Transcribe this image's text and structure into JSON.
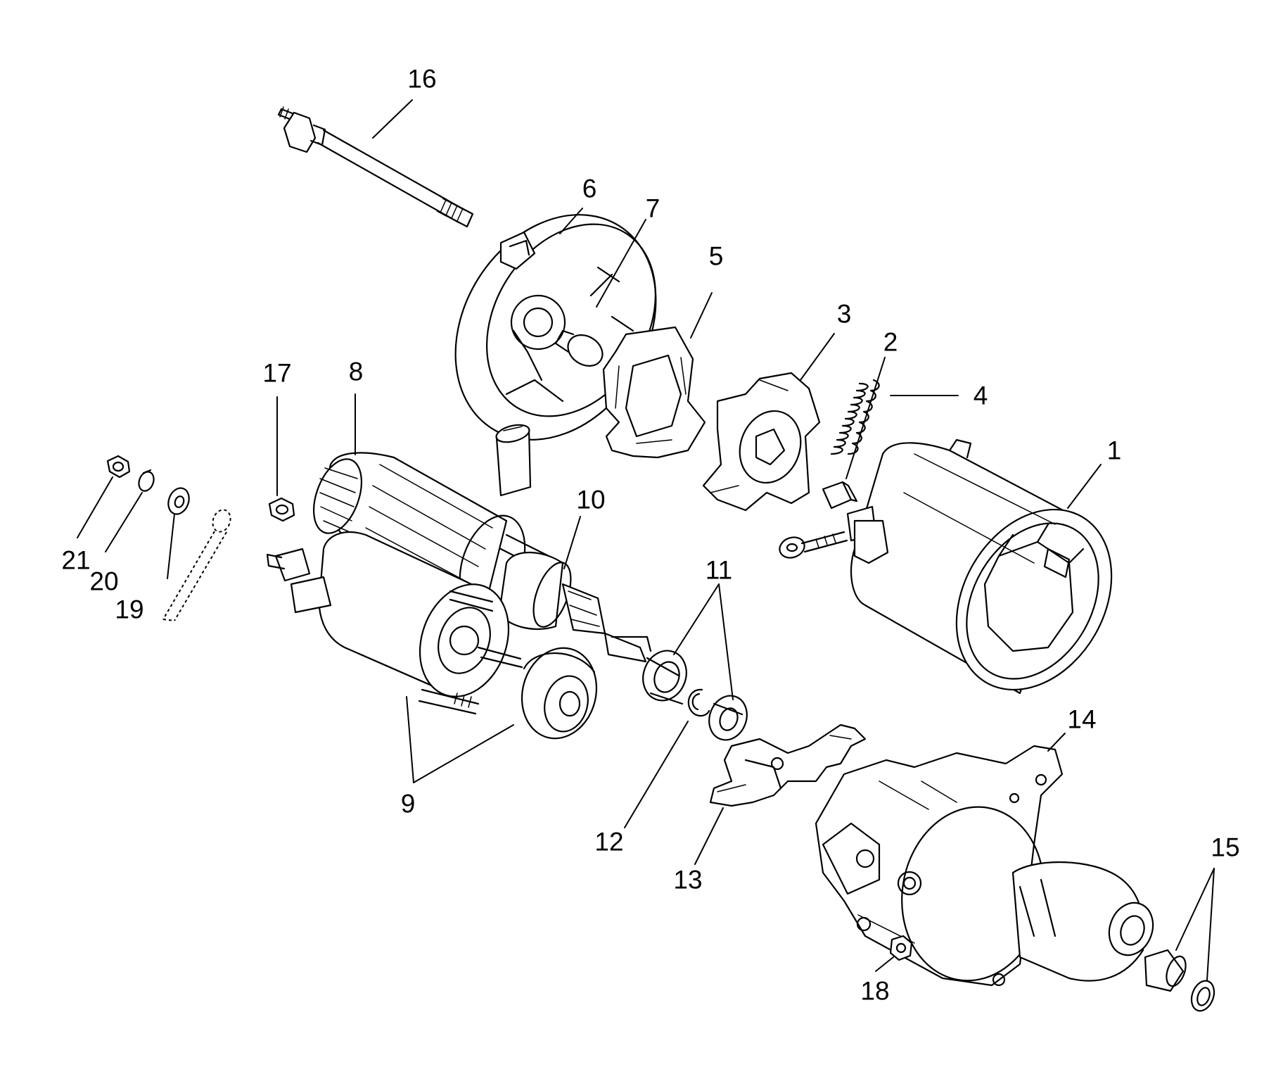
{
  "diagram": {
    "parts": [
      {
        "key": "p1",
        "label": "1"
      },
      {
        "key": "p2",
        "label": "2"
      },
      {
        "key": "p3",
        "label": "3"
      },
      {
        "key": "p4",
        "label": "4"
      },
      {
        "key": "p5",
        "label": "5"
      },
      {
        "key": "p6",
        "label": "6"
      },
      {
        "key": "p7",
        "label": "7"
      },
      {
        "key": "p8",
        "label": "8"
      },
      {
        "key": "p9",
        "label": "9"
      },
      {
        "key": "p10",
        "label": "10"
      },
      {
        "key": "p11",
        "label": "11"
      },
      {
        "key": "p12",
        "label": "12"
      },
      {
        "key": "p13",
        "label": "13"
      },
      {
        "key": "p14",
        "label": "14"
      },
      {
        "key": "p15",
        "label": "15"
      },
      {
        "key": "p16",
        "label": "16"
      },
      {
        "key": "p17",
        "label": "17"
      },
      {
        "key": "p18",
        "label": "18"
      },
      {
        "key": "p19",
        "label": "19"
      },
      {
        "key": "p20",
        "label": "20"
      },
      {
        "key": "p21",
        "label": "21"
      }
    ],
    "colors": {
      "ink": "#000000",
      "paper": "#ffffff"
    }
  }
}
